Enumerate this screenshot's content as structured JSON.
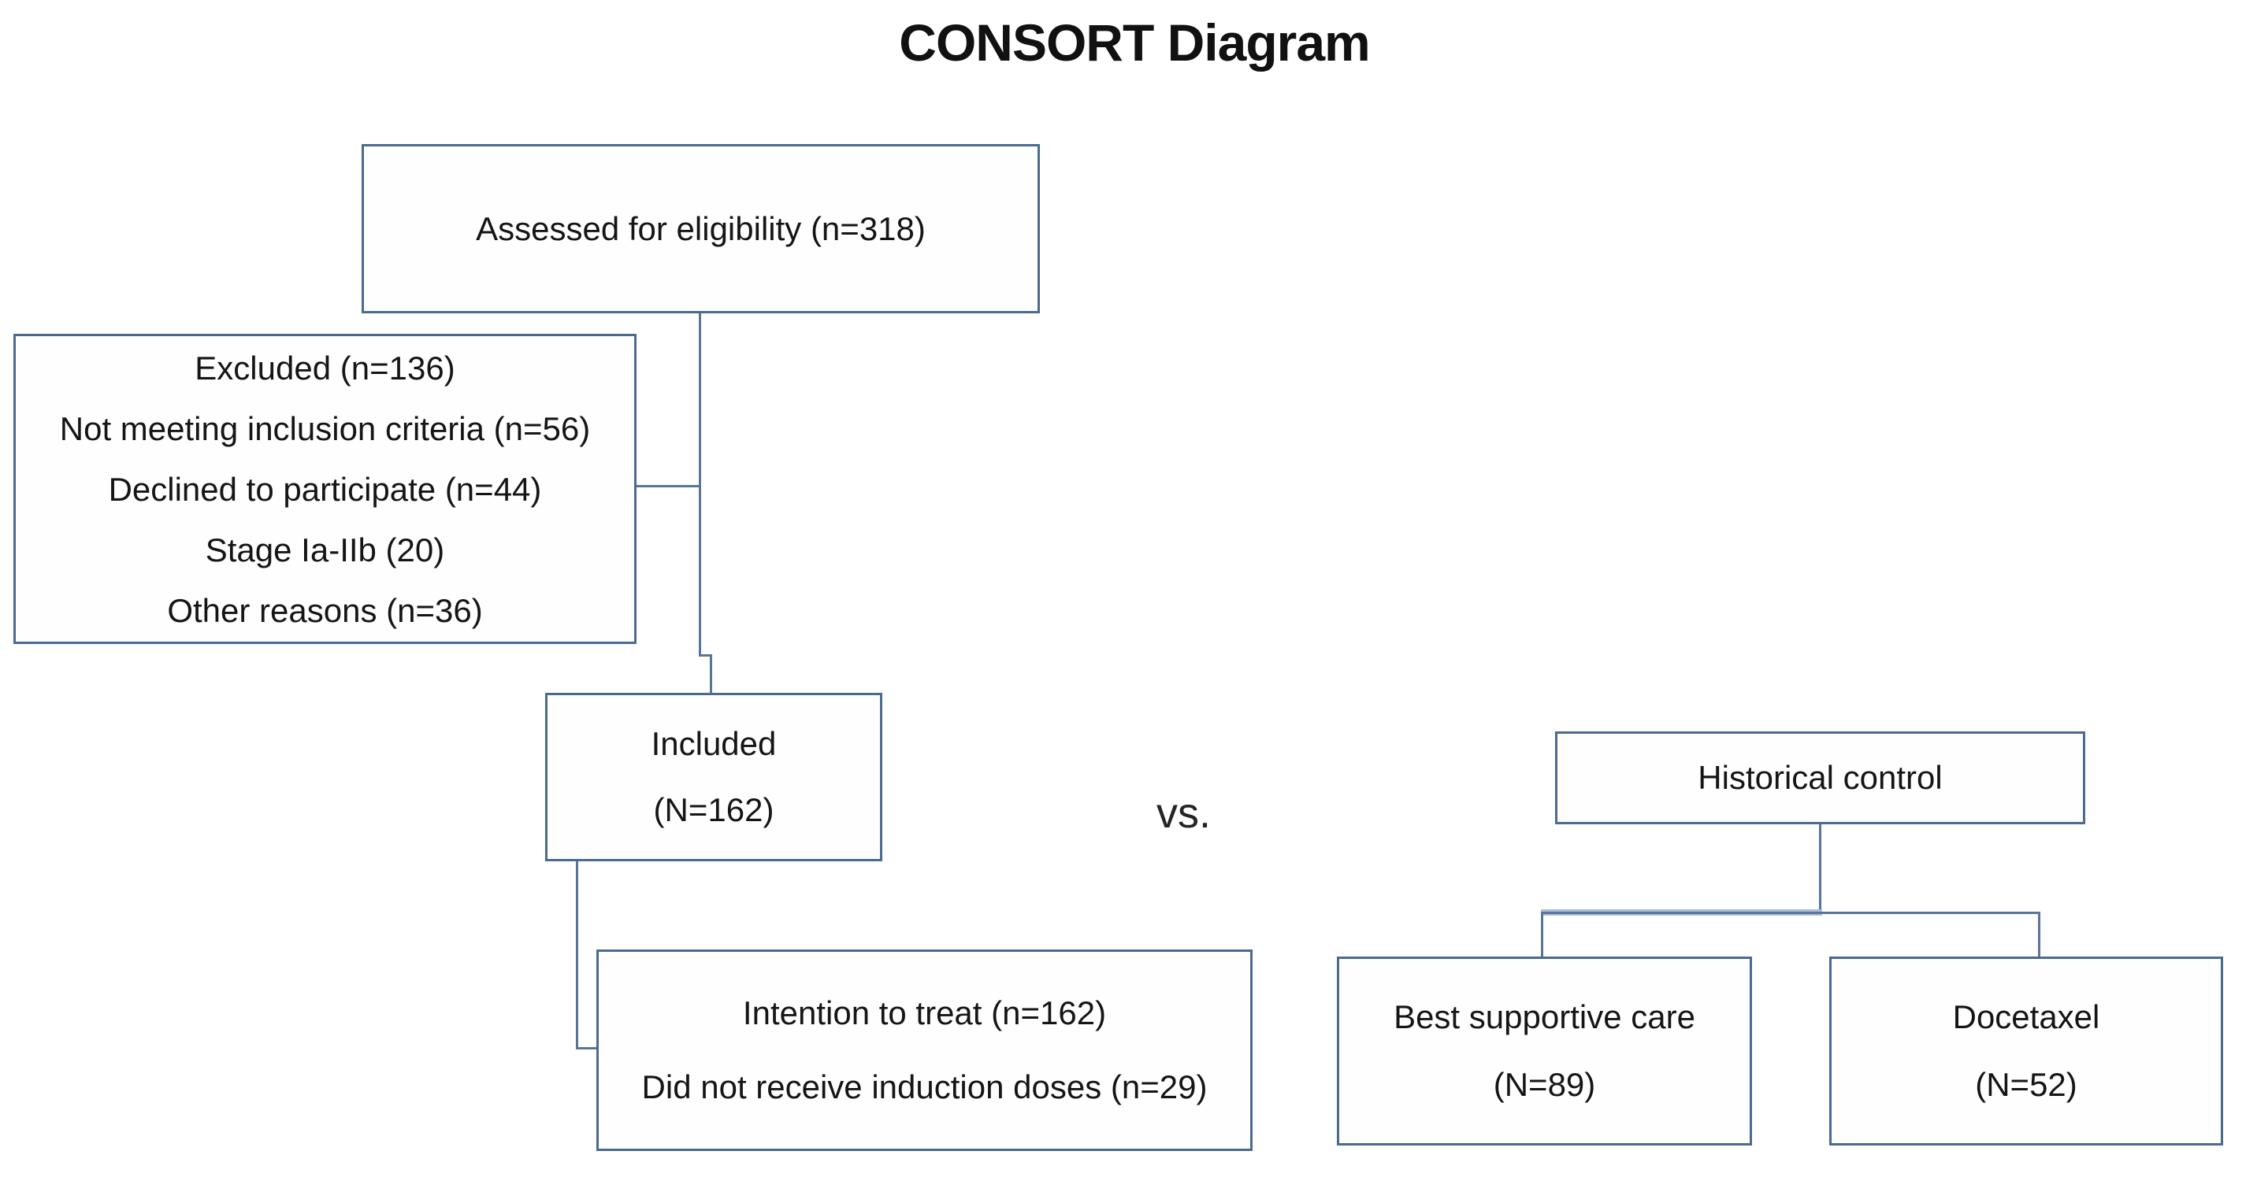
{
  "title": "CONSORT Diagram",
  "vs_label": "vs.",
  "boxes": {
    "assessed": {
      "lines": [
        "Assessed for eligibility (n=318)"
      ]
    },
    "excluded": {
      "lines": [
        "Excluded (n=136)",
        "Not meeting inclusion criteria (n=56)",
        "Declined to participate (n=44)",
        "Stage Ia-IIb (20)",
        "Other reasons (n=36)"
      ]
    },
    "included": {
      "lines": [
        "Included",
        "(N=162)"
      ]
    },
    "intention": {
      "lines": [
        "Intention to treat (n=162)",
        "Did not receive induction doses (n=29)"
      ]
    },
    "historical": {
      "lines": [
        "Historical control"
      ]
    },
    "best_supportive_care": {
      "lines": [
        "Best supportive care",
        "(N=89)"
      ]
    },
    "docetaxel": {
      "lines": [
        "Docetaxel",
        "(N=52)"
      ]
    }
  },
  "colors": {
    "box_border": "#4a6a90",
    "connector": "#587598",
    "branch_highlight": "#a9bcd9",
    "text": "#151515",
    "background": "#ffffff"
  }
}
